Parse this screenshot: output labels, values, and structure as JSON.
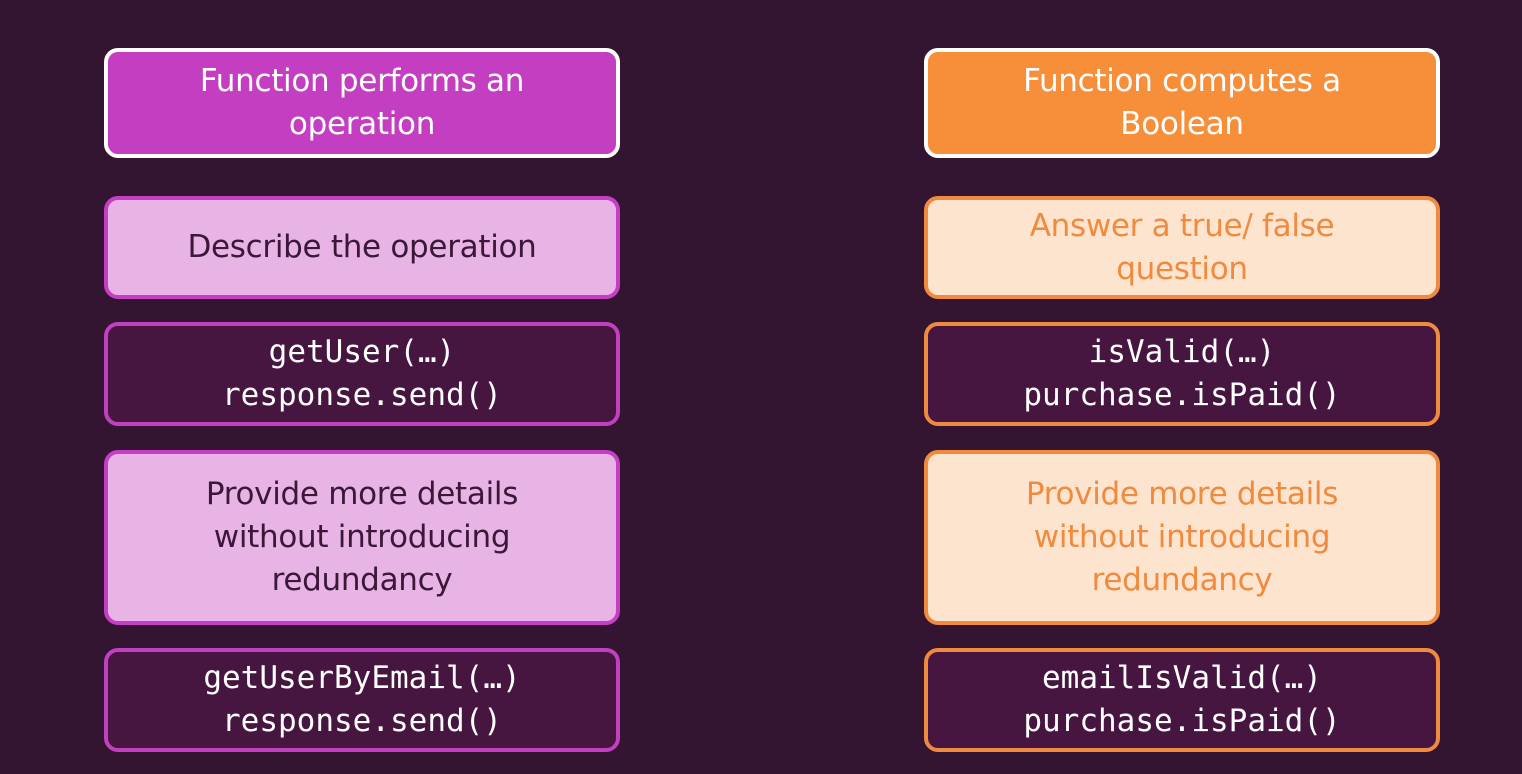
{
  "left_column": {
    "header": "Function performs an\noperation",
    "description": "Describe the operation",
    "code_examples_1": "getUser(…)\nresponse.send()",
    "details": "Provide more details\nwithout introducing\nredundancy",
    "code_examples_2": "getUserByEmail(…)\nresponse.send()"
  },
  "right_column": {
    "header": "Function computes a\nBoolean",
    "description": "Answer a true/ false\nquestion",
    "code_examples_1": "isValid(…)\npurchase.isPaid()",
    "details": "Provide more details\nwithout introducing\nredundancy",
    "code_examples_2": "emailIsValid(…)\npurchase.isPaid()"
  },
  "colors": {
    "background": "#341531",
    "purple_accent": "#c33ec1",
    "purple_light": "#e8b4e5",
    "orange_accent": "#f78e3a",
    "orange_light": "#fde4cf",
    "code_box_fill": "#461640"
  }
}
